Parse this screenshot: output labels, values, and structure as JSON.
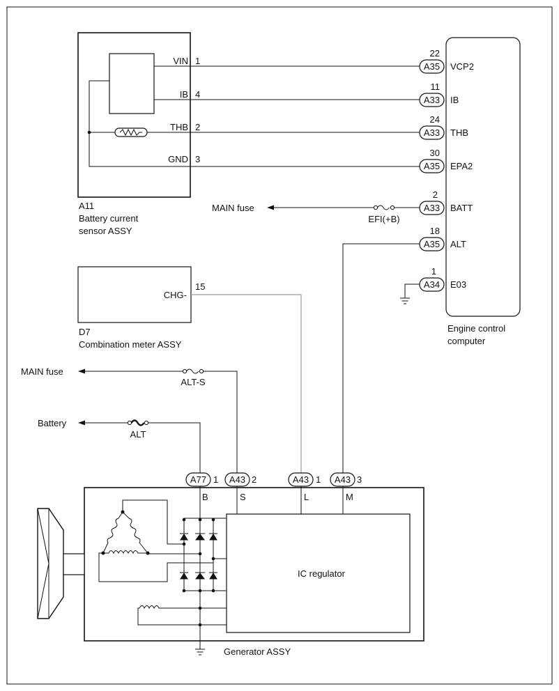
{
  "battery_sensor": {
    "id": "A11",
    "name_line1": "Battery current",
    "name_line2": "sensor ASSY",
    "pins": [
      {
        "label": "VIN",
        "num": "1"
      },
      {
        "label": "IB",
        "num": "4"
      },
      {
        "label": "THB",
        "num": "2"
      },
      {
        "label": "GND",
        "num": "3"
      }
    ]
  },
  "ecu": {
    "name_line1": "Engine control",
    "name_line2": "computer",
    "pins": [
      {
        "conn": "A35",
        "num": "22",
        "label": "VCP2"
      },
      {
        "conn": "A33",
        "num": "11",
        "label": "IB"
      },
      {
        "conn": "A33",
        "num": "24",
        "label": "THB"
      },
      {
        "conn": "A35",
        "num": "30",
        "label": "EPA2"
      },
      {
        "conn": "A33",
        "num": "2",
        "label": "BATT"
      },
      {
        "conn": "A35",
        "num": "18",
        "label": "ALT"
      },
      {
        "conn": "A34",
        "num": "1",
        "label": "E03"
      }
    ]
  },
  "feeds": {
    "main_fuse_1": "MAIN fuse",
    "fuse_efi": "EFI(+B)",
    "main_fuse_2": "MAIN fuse",
    "fuse_alt_s": "ALT-S",
    "battery": "Battery",
    "fuse_alt": "ALT"
  },
  "combo_meter": {
    "id": "D7",
    "name": "Combination meter ASSY",
    "pin_label": "CHG-",
    "pin_num": "15"
  },
  "generator": {
    "name": "Generator ASSY",
    "regulator": "IC regulator",
    "terminals": [
      {
        "conn": "A77",
        "num": "1",
        "label": "B"
      },
      {
        "conn": "A43",
        "num": "2",
        "label": "S"
      },
      {
        "conn": "A43",
        "num": "1",
        "label": "L"
      },
      {
        "conn": "A43",
        "num": "3",
        "label": "M"
      }
    ]
  }
}
